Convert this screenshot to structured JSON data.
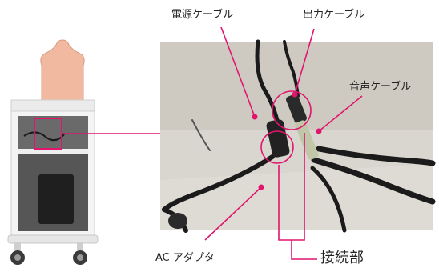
{
  "labels": {
    "power_cable": "電源ケーブル",
    "output_cable": "出力ケーブル",
    "audio_cable": "音声ケーブル",
    "ac_adapter": "AC アダプタ",
    "connection": "接続部"
  },
  "colors": {
    "accent": "#e0156e",
    "photo_bg": "#d9d6cf",
    "cable": "#1b1b1b",
    "cart_body": "#f4f4f4",
    "cart_interior": "#5a5a5a",
    "skin": "#f0b9a0"
  }
}
